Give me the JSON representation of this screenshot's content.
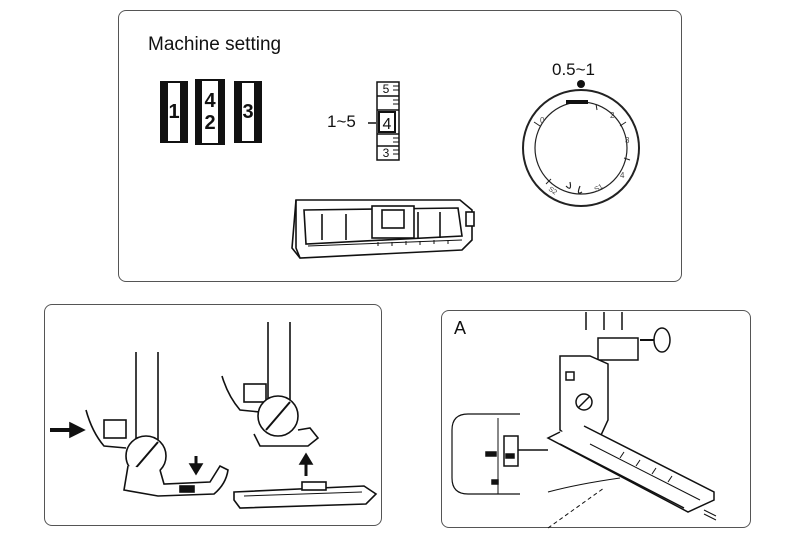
{
  "top_panel": {
    "title": "Machine setting",
    "pattern_boxes": [
      {
        "lines": [
          "1"
        ]
      },
      {
        "lines": [
          "4",
          "2"
        ]
      },
      {
        "lines": [
          "3"
        ]
      }
    ],
    "stitch_length": {
      "label": "1~5",
      "scale_values": [
        "5",
        "4",
        "3"
      ],
      "selected": "4"
    },
    "stitch_width": {
      "label": "0.5~1"
    }
  },
  "bottom_right_panel": {
    "label": "A"
  }
}
